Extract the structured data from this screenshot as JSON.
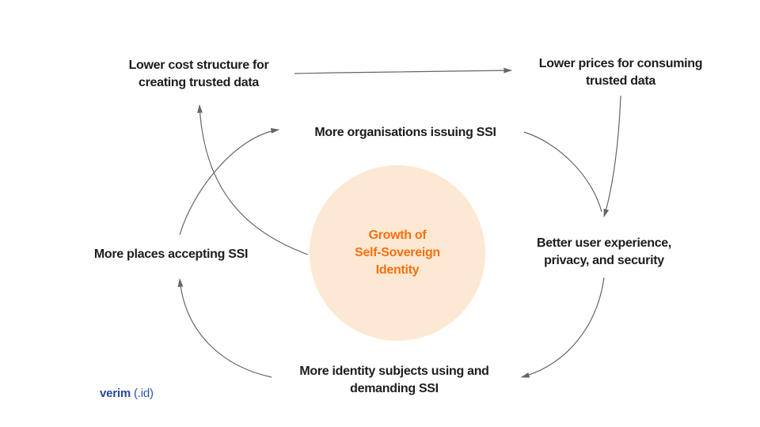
{
  "diagram": {
    "title_hint": "Causal loop diagram of Self-Sovereign Identity growth",
    "center": {
      "line1": "Growth of",
      "line2": "Self-Sovereign",
      "line3": "Identity"
    },
    "nodes": {
      "lower_cost": {
        "line1": "Lower cost structure for",
        "line2": "creating trusted data"
      },
      "lower_prices": {
        "line1": "Lower prices for consuming",
        "line2": "trusted data"
      },
      "more_orgs": {
        "line1": "More organisations issuing SSI"
      },
      "better_ux": {
        "line1": "Better user experience,",
        "line2": "privacy, and security"
      },
      "more_places": {
        "line1": "More places accepting SSI"
      },
      "more_subjects": {
        "line1": "More identity subjects using and",
        "line2": "demanding SSI"
      }
    },
    "colors": {
      "background": "#ffffff",
      "circle_fill": "#fce8d3",
      "circle_text": "#f7700e",
      "node_text": "#1d1d1d",
      "arrow": "#666666",
      "logo_blue": "#27489c"
    }
  },
  "footer": {
    "logo_bold": "verim",
    "logo_suffix": " (.id)"
  }
}
